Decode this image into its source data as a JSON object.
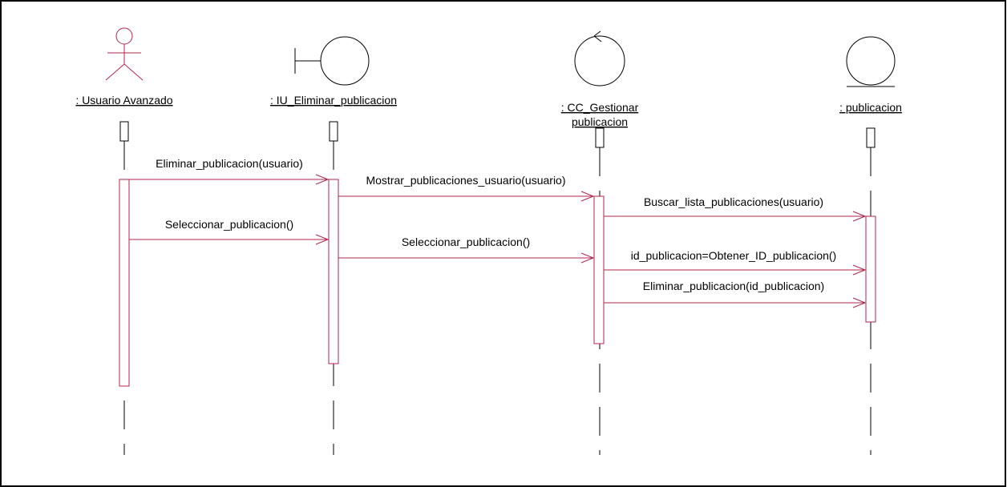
{
  "colors": {
    "frame": "#000000",
    "message": "#b0264a",
    "lifeline": "#000000"
  },
  "participants": [
    {
      "id": "usuario",
      "kind": "actor",
      "label": ": Usuario Avanzado"
    },
    {
      "id": "iu",
      "kind": "boundary",
      "label": ": IU_Eliminar_publicacion"
    },
    {
      "id": "cc",
      "kind": "control",
      "label_line1": ": CC_Gestionar",
      "label_line2": "publicacion"
    },
    {
      "id": "pub",
      "kind": "entity",
      "label": ": publicacion"
    }
  ],
  "messages": [
    {
      "id": "m1",
      "label": "Eliminar_publicacion(usuario)"
    },
    {
      "id": "m2",
      "label": "Mostrar_publicaciones_usuario(usuario)"
    },
    {
      "id": "m3",
      "label": "Buscar_lista_publicaciones(usuario)"
    },
    {
      "id": "m4",
      "label": "Seleccionar_publicacion()"
    },
    {
      "id": "m5",
      "label": "Seleccionar_publicacion()"
    },
    {
      "id": "m6",
      "label": "id_publicacion=Obtener_ID_publicacion()"
    },
    {
      "id": "m7",
      "label": "Eliminar_publicacion(id_publicacion)"
    }
  ]
}
